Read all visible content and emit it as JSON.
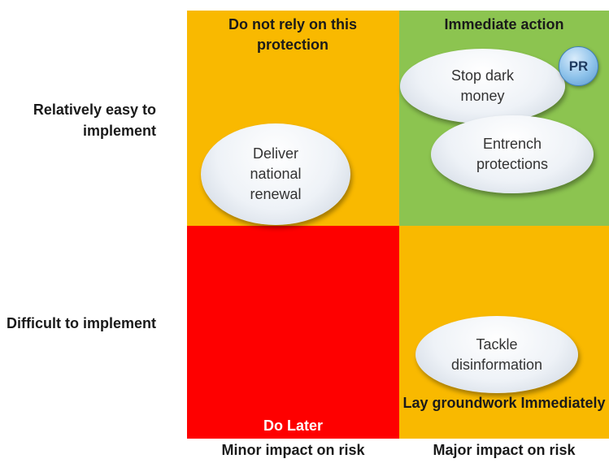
{
  "row_labels": {
    "top": "Relatively easy to implement",
    "bottom": "Difficult to implement"
  },
  "column_labels": {
    "left": "Minor impact on risk",
    "right": "Major impact on risk"
  },
  "quadrants": {
    "top_left": {
      "title": "Do not rely on this protection",
      "color": "#f9b900"
    },
    "top_right": {
      "title": "Immediate action",
      "color": "#8cc450"
    },
    "bottom_left": {
      "title": "Do Later",
      "color": "#fe0000"
    },
    "bottom_right": {
      "title": "Lay groundwork Immediately",
      "color": "#f9b900"
    }
  },
  "items": {
    "stop_dark_money": "Stop dark money",
    "entrench_protections": "Entrench protections",
    "deliver_national_renewal": "Deliver national renewal",
    "tackle_disinformation": "Tackle disinformation"
  },
  "badge": {
    "label": "PR"
  }
}
